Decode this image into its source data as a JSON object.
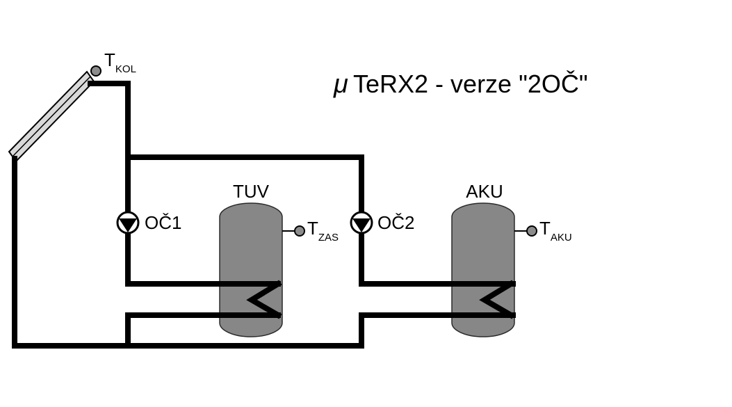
{
  "title": {
    "mu": "μ",
    "text": "TeRX2 - verze \"2OČ\""
  },
  "sensors": {
    "collector": {
      "main": "T",
      "sub": "KOL"
    },
    "tuv": {
      "main": "T",
      "sub": "ZAS"
    },
    "aku": {
      "main": "T",
      "sub": "AKU"
    }
  },
  "tanks": {
    "tuv": {
      "label": "TUV"
    },
    "aku": {
      "label": "AKU"
    }
  },
  "pumps": {
    "p1": {
      "label": "OČ1"
    },
    "p2": {
      "label": "OČ2"
    }
  },
  "colors": {
    "pipe": "#000000",
    "tank_fill": "#878787",
    "sensor_fill": "#8c8c8c",
    "collector_fill": "#d9d9d9"
  }
}
